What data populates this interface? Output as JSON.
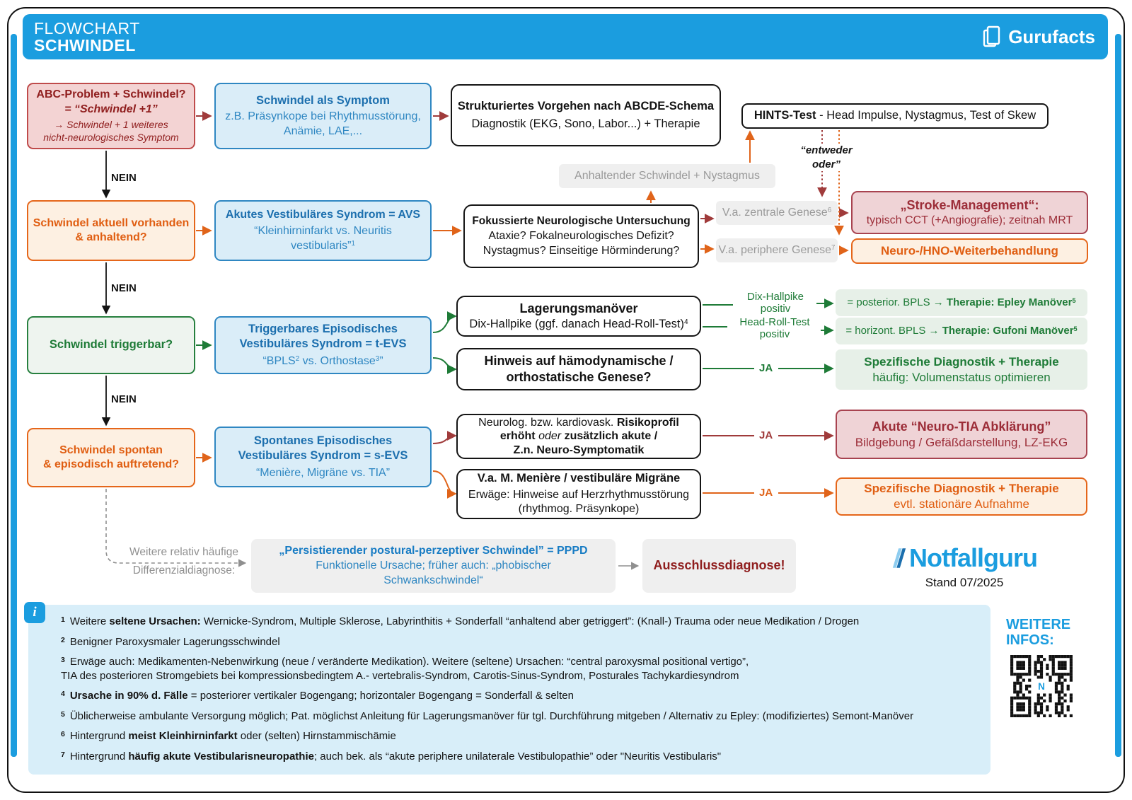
{
  "colors": {
    "brand_blue": "#1b9ddf",
    "blue_box_bg": "#daedf8",
    "blue_border": "#2f87c2",
    "blue_title": "#1c6fae",
    "red_bg": "#f3d3d3",
    "red_border": "#bf4b4b",
    "red_text": "#8f1d1d",
    "darkred_bg": "#efd3d6",
    "darkred_border": "#a84350",
    "darkred_text": "#9c2d38",
    "arrow_darkred": "#a03b3b",
    "orange": "#e05e12",
    "orange_bg": "#fdf0e2",
    "green": "#1e7b37",
    "green_box_bg": "#eef4ef",
    "green_pill_bg": "#e7f0e8",
    "gray_pill_bg": "#efefef",
    "gray_text": "#9a9a9a",
    "footnote_bg": "#d8eef9"
  },
  "header": {
    "title_line1": "FLOWCHART",
    "title_line2": "SCHWINDEL",
    "brand": "Gurufacts"
  },
  "labels": {
    "nein": "NEIN",
    "ja": "JA",
    "entweder_l1": "“entweder",
    "entweder_l2": "oder”",
    "dd_l1": "Weitere relativ häufige",
    "dd_l2": "Differenzialdiagnose:",
    "weitere_l1": "WEITERE",
    "weitere_l2": "INFOS:",
    "brand_logo": "Notfallguru",
    "stand": "Stand 07/2025"
  },
  "row1": {
    "abc": {
      "l1": "ABC-Problem + Schwindel?",
      "l2": "= “Schwindel +1”",
      "l3": "→ Schwindel + 1 weiteres",
      "l4": "nicht-neurologisches Symptom"
    },
    "symptom": {
      "l1": "Schwindel als Symptom",
      "l2": "z.B. Präsynkope bei Rhythmusstörung,",
      "l3": "Anämie, LAE,..."
    },
    "abcde": {
      "l1": "Strukturiertes Vorgehen nach ABCDE-Schema",
      "l2": "Diagnostik (EKG, Sono, Labor...) + Therapie"
    },
    "hints": [
      {
        "t": "HINTS-Test",
        "b": 1
      },
      {
        "t": " - Head Impulse, Nystagmus, Test of Skew"
      }
    ]
  },
  "row2": {
    "question": {
      "l1": "Schwindel aktuell vorhanden",
      "l2": "& anhaltend?"
    },
    "avs": {
      "l1": "Akutes Vestibuläres Syndrom  = AVS",
      "l2": "“Kleinhirninfarkt vs. Neuritis",
      "l3": [
        {
          "t": "vestibularis”"
        },
        {
          "t": "1",
          "s": 1
        }
      ]
    },
    "fokus": {
      "l1": "Fokussierte Neurologische Untersuchung",
      "l2": "Ataxie? Fokalneurologisches Defizit?",
      "l3": "Nystagmus? Einseitige Hörminderung?"
    },
    "anhaltend": "Anhaltender Schwindel + Nystagmus",
    "zentrale": [
      {
        "t": "V.a. zentrale Genese"
      },
      {
        "t": "6",
        "s": 1
      }
    ],
    "periphere": [
      {
        "t": "V.a. periphere Genese"
      },
      {
        "t": "7",
        "s": 1
      }
    ],
    "stroke": {
      "l1": "„Stroke-Management“:",
      "l2": "typisch CCT (+Angiografie); zeitnah MRT"
    },
    "hno": "Neuro-/HNO-Weiterbehandlung"
  },
  "row3": {
    "question": "Schwindel triggerbar?",
    "tevs": {
      "l1": "Triggerbares Episodisches",
      "l2": "Vestibuläres Syndrom = t-EVS",
      "l3": [
        {
          "t": "“BPLS"
        },
        {
          "t": "2",
          "s": 1
        },
        {
          "t": " vs. Orthostase"
        },
        {
          "t": "3",
          "s": 1
        },
        {
          "t": "”"
        }
      ]
    },
    "lagerung": {
      "l1": "Lagerungsmanöver",
      "l2": [
        {
          "t": "Dix-Hallpike (ggf. danach Head-Roll-Test)"
        },
        {
          "t": "4",
          "s": 1
        }
      ]
    },
    "dix_label": {
      "l1": "Dix-Hallpike",
      "l2": "positiv"
    },
    "headroll_label": {
      "l1": "Head-Roll-Test",
      "l2": "positiv"
    },
    "epley": [
      {
        "t": "= posterior. BPLS → "
      },
      {
        "t": "Therapie: Epley Manöver",
        "b": 1
      },
      {
        "t": "5",
        "b": 1,
        "s": 1
      }
    ],
    "gufoni": [
      {
        "t": "= horizont. BPLS → "
      },
      {
        "t": "Therapie: Gufoni Manöver",
        "b": 1
      },
      {
        "t": "5",
        "b": 1,
        "s": 1
      }
    ],
    "hinweis": {
      "l1": "Hinweis auf hämodynamische /",
      "l2": "orthostatische Genese?"
    },
    "spez": {
      "l1": "Spezifische Diagnostik + Therapie",
      "l2": "häufig: Volumenstatus optimieren"
    }
  },
  "row4": {
    "question": {
      "l1": "Schwindel spontan",
      "l2": "& episodisch auftretend?"
    },
    "sevs": {
      "l1": "Spontanes Episodisches",
      "l2": "Vestibuläres Syndrom = s-EVS",
      "l3": "“Menière, Migräne vs. TIA”"
    },
    "risiko": {
      "l1": [
        {
          "t": "Neurolog. bzw. kardiovask. "
        },
        {
          "t": "Risikoprofil",
          "b": 1
        }
      ],
      "l2": [
        {
          "t": "erhöht",
          "b": 1
        },
        {
          "t": " "
        },
        {
          "t": "oder",
          "i": 1
        },
        {
          "t": " "
        },
        {
          "t": "zusätzlich akute /",
          "b": 1
        }
      ],
      "l3": [
        {
          "t": "Z.n. Neuro-Symptomatik",
          "b": 1
        }
      ]
    },
    "tia": {
      "l1": "Akute “Neuro-TIA Abklärung”",
      "l2": "Bildgebung / Gefäßdarstellung, LZ-EKG"
    },
    "meniere": {
      "l1": "V.a. M. Menière / vestibuläre Migräne",
      "l2": "Erwäge: Hinweise auf Herzrhythmusstörung",
      "l3": "(rhythmog. Präsynkope)"
    },
    "spez": {
      "l1": "Spezifische Diagnostik + Therapie",
      "l2": "evtl. stationäre Aufnahme"
    }
  },
  "bottom": {
    "pppd": {
      "l1": "„Persistierender postural-perzeptiver Schwindel” = PPPD",
      "l2": "Funktionelle Ursache; früher auch: „phobischer",
      "l3": "Schwankschwindel“"
    },
    "ausschluss": "Ausschlussdiagnose!"
  },
  "footnotes": [
    {
      "num": "1",
      "segs": [
        {
          "t": "Weitere "
        },
        {
          "t": "seltene Ursachen:",
          "b": 1
        },
        {
          "t": " Wernicke-Syndrom, Multiple Sklerose, Labyrinthitis + Sonderfall “anhaltend aber getriggert”: (Knall-) Trauma oder neue Medikation / Drogen"
        }
      ]
    },
    {
      "num": "2",
      "segs": [
        {
          "t": "Benigner Paroxysmaler Lagerungsschwindel"
        }
      ]
    },
    {
      "num": "3",
      "segs": [
        {
          "t": "Erwäge auch: Medikamenten-Nebenwirkung (neue / veränderte Medikation). Weitere (seltene) Ursachen: “central paroxysmal positional vertigo”,"
        },
        {
          "br": 1
        },
        {
          "t": "TIA des posterioren Stromgebiets bei kompressionsbedingtem A.- vertebralis-Syndrom, Carotis-Sinus-Syndrom, Posturales Tachykardiesyndrom"
        }
      ]
    },
    {
      "num": "4",
      "segs": [
        {
          "t": "Ursache in 90% d. Fälle",
          "b": 1
        },
        {
          "t": " = posteriorer vertikaler Bogengang; horizontaler Bogengang = Sonderfall & selten"
        }
      ]
    },
    {
      "num": "5",
      "segs": [
        {
          "t": "Üblicherweise ambulante Versorgung möglich; Pat. möglichst Anleitung für Lagerungsmanöver für tgl. Durchführung mitgeben / Alternativ zu Epley: (modifiziertes) Semont-Manöver"
        }
      ]
    },
    {
      "num": "6",
      "segs": [
        {
          "t": "Hintergrund "
        },
        {
          "t": "meist Kleinhirninfarkt",
          "b": 1
        },
        {
          "t": " oder (selten) Hirnstammischämie"
        }
      ]
    },
    {
      "num": "7",
      "segs": [
        {
          "t": "Hintergrund "
        },
        {
          "t": "häufig akute Vestibularisneuropathie",
          "b": 1
        },
        {
          "t": "; auch bek. als “akute periphere unilaterale Vestibulopathie” oder \"Neuritis Vestibularis\""
        }
      ]
    }
  ]
}
